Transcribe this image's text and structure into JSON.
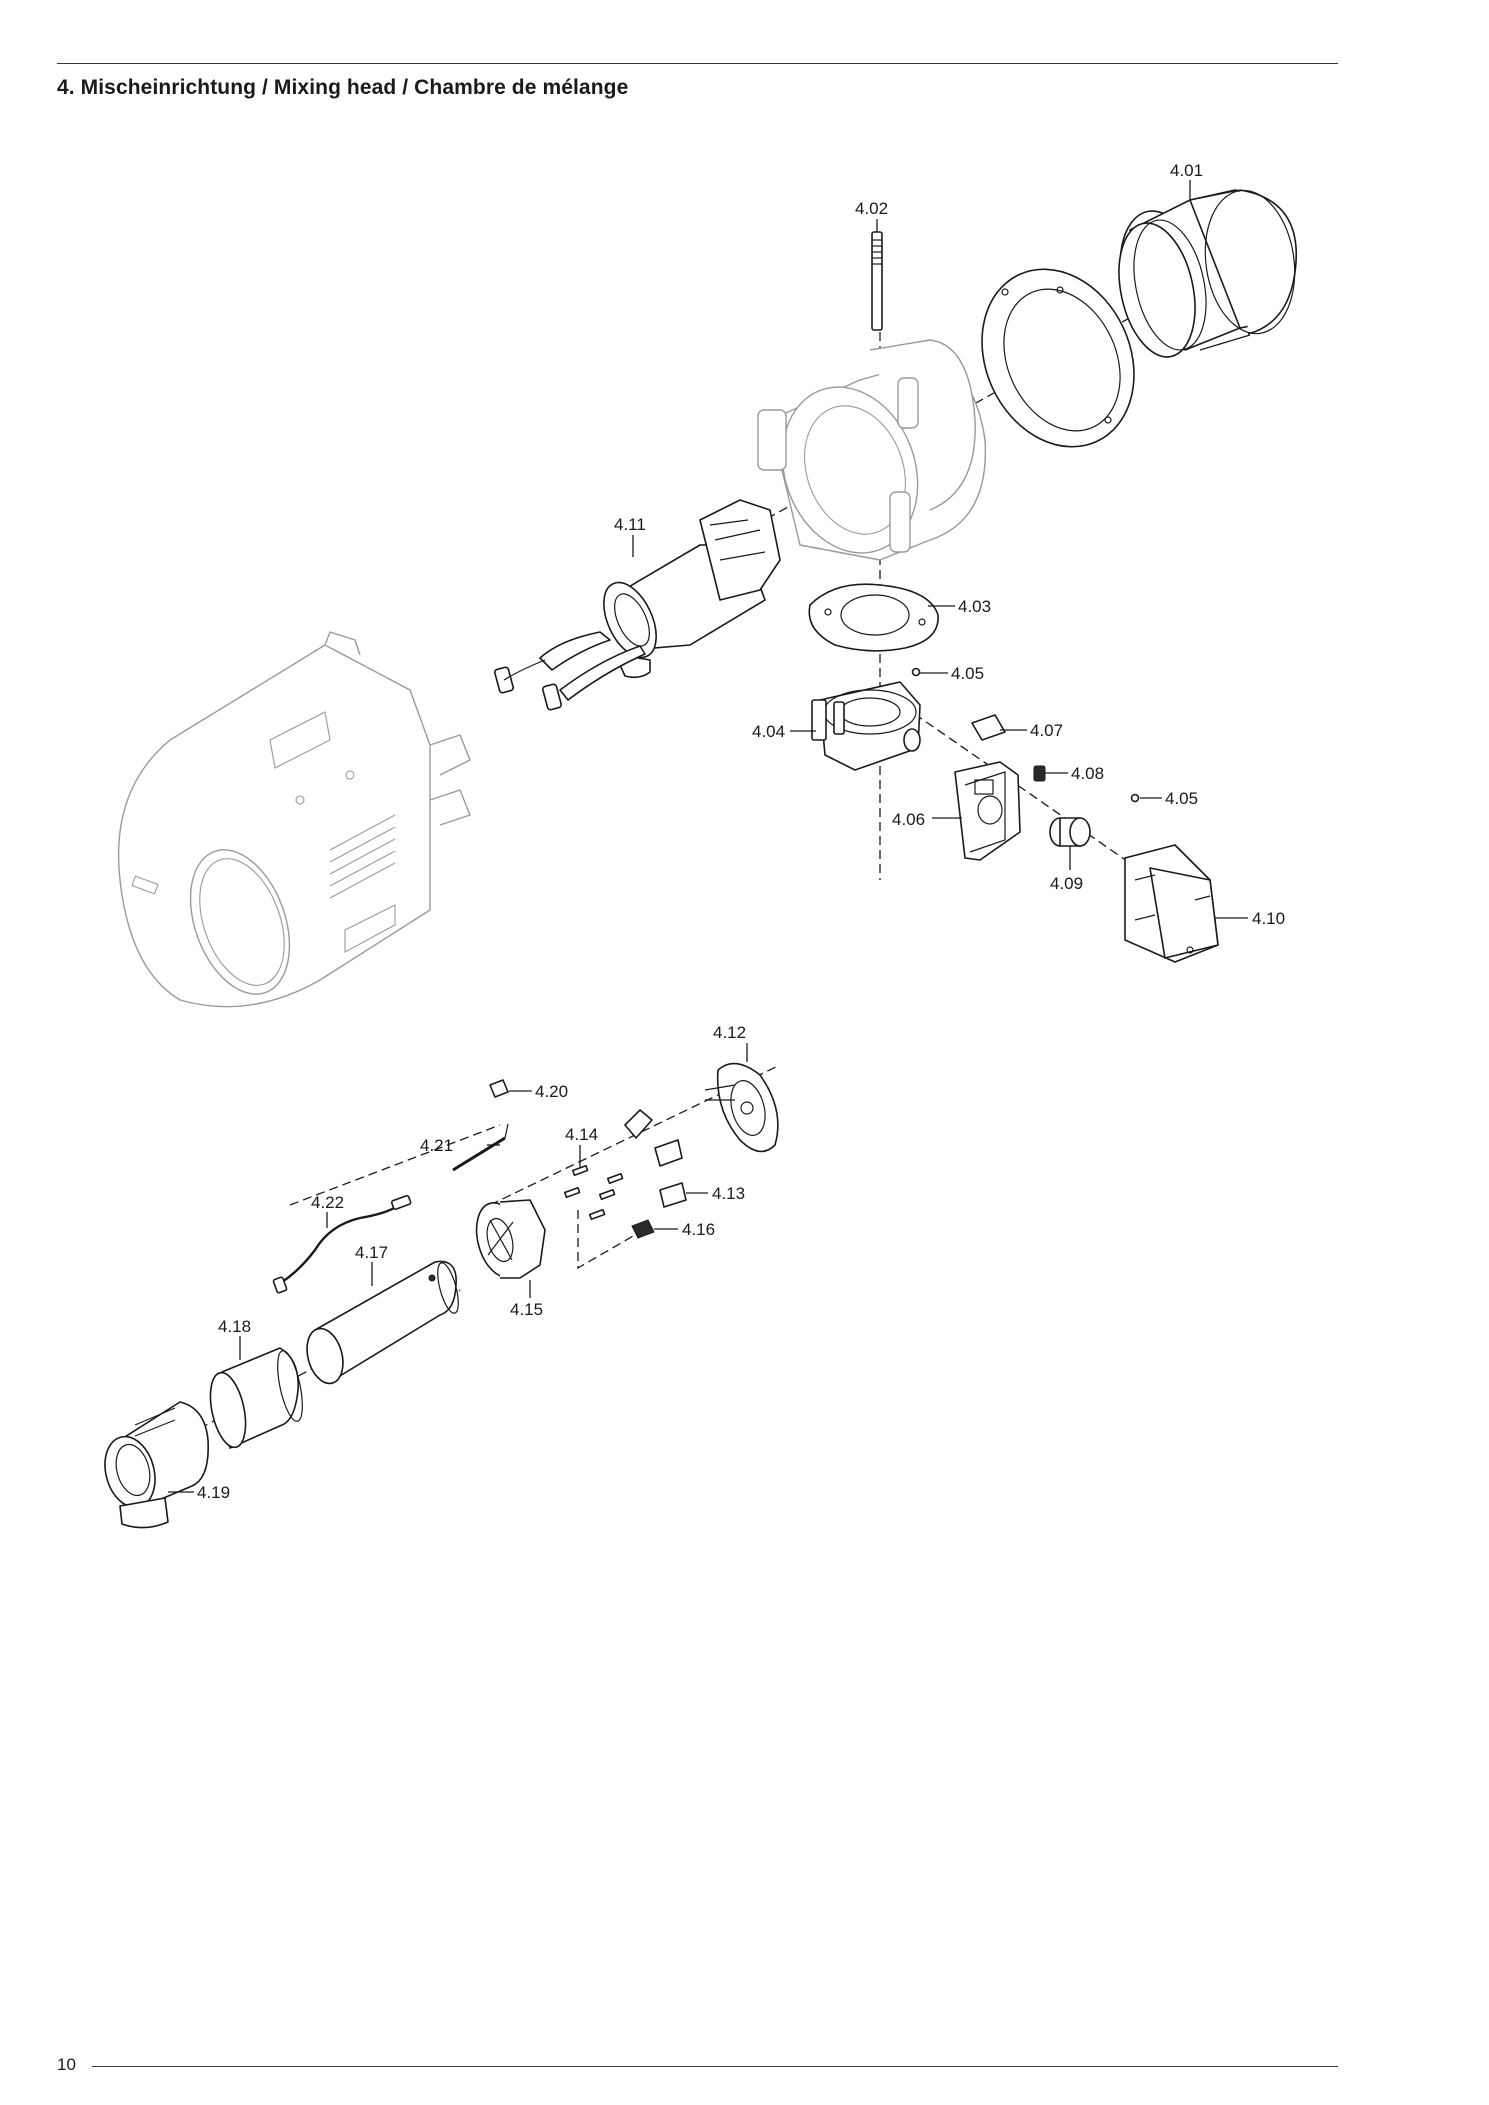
{
  "header": {
    "title": "4. Mischeinrichtung / Mixing head / Chambre de mélange"
  },
  "footer": {
    "page_number": "10"
  },
  "callouts": {
    "c401": "4.01",
    "c402": "4.02",
    "c403": "4.03",
    "c404": "4.04",
    "c405a": "4.05",
    "c405b": "4.05",
    "c406": "4.06",
    "c407": "4.07",
    "c408": "4.08",
    "c409": "4.09",
    "c410": "4.10",
    "c411": "4.11",
    "c412": "4.12",
    "c413": "4.13",
    "c414": "4.14",
    "c415": "4.15",
    "c416": "4.16",
    "c417": "4.17",
    "c418": "4.18",
    "c419": "4.19",
    "c420": "4.20",
    "c421": "4.21",
    "c422": "4.22"
  }
}
